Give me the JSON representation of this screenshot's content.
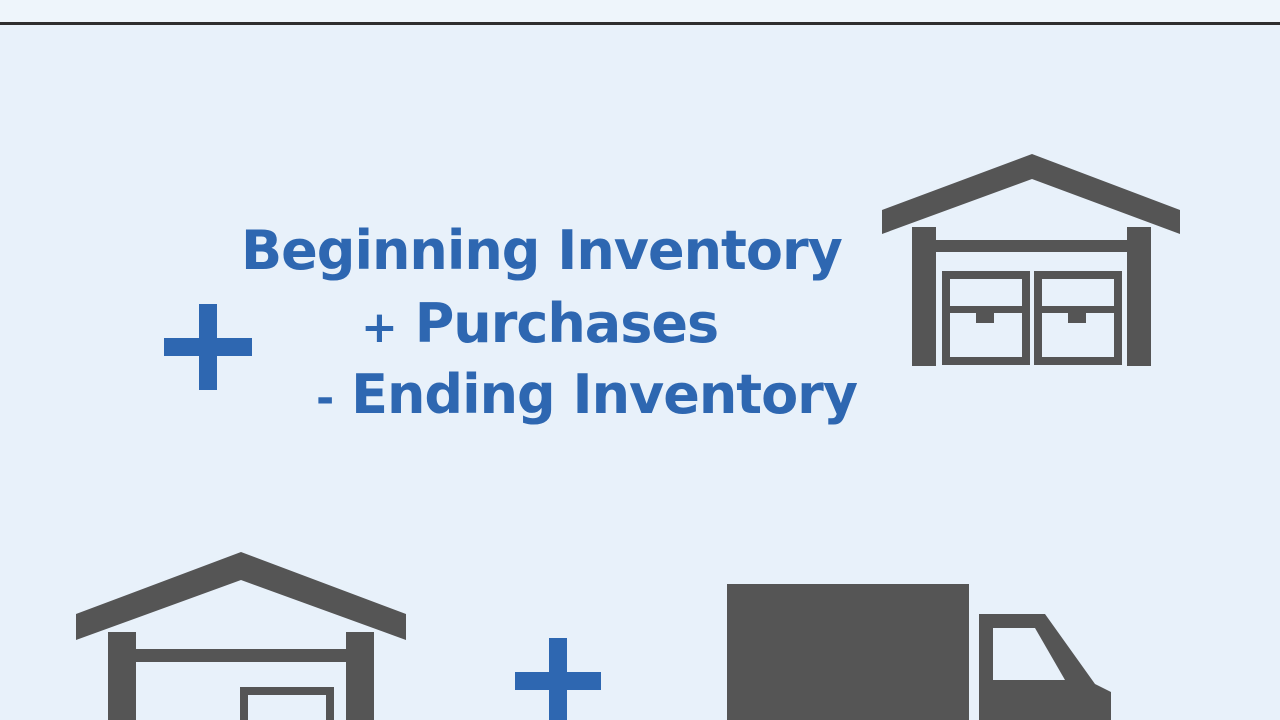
{
  "formula": {
    "line_1": "Beginning Inventory",
    "line_2_operator": "+",
    "line_2_term": "Purchases",
    "line_3_operator": "-",
    "line_3_term": "Ending Inventory"
  },
  "colors": {
    "background": "#e8f1fa",
    "text_blue": "#2e67b1",
    "icon_gray": "#555555"
  },
  "icons": {
    "warehouse_top": "warehouse-icon",
    "warehouse_bottom": "warehouse-icon",
    "truck": "delivery-truck-icon",
    "plus_left": "plus-icon",
    "plus_bottom": "plus-icon"
  }
}
